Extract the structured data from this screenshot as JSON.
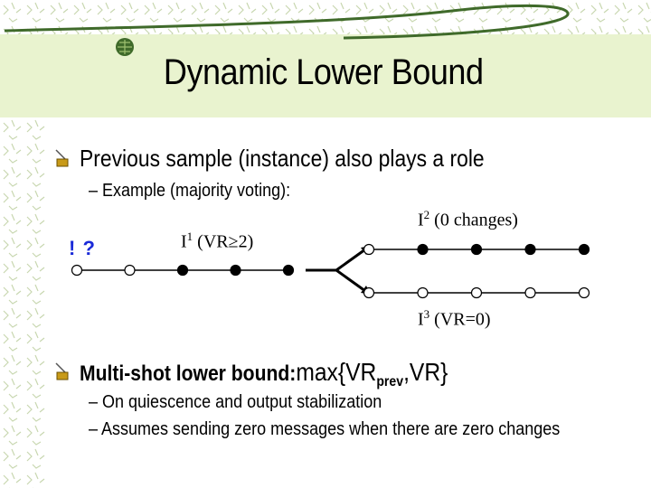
{
  "slide": {
    "title": "Dynamic Lower Bound",
    "bullet1": "Previous sample (instance) also plays a role",
    "bullet1_sub1": "Example (majority voting):",
    "bullet2_label": "Multi-shot lower bound:",
    "bullet2_math_prefix": "max{VR",
    "bullet2_math_sub": "prev",
    "bullet2_math_sep": ",",
    "bullet2_math_suffix": "VR}",
    "bullet2_sub1": "On quiescence and output stabilization",
    "bullet2_sub2": "Assumes sending zero messages when there are zero changes"
  },
  "diagram": {
    "question_mark": "! ?",
    "i1_name": "I",
    "i1_sup": "1",
    "i1_desc": " (VR≥2)",
    "i2_name": "I",
    "i2_sup": "2",
    "i2_desc": " (0 changes)",
    "i3_name": "I",
    "i3_sup": "3",
    "i3_desc": " (VR=0)",
    "i1_nodes": [
      "open",
      "open",
      "filled",
      "filled",
      "filled"
    ],
    "i2_nodes": [
      "open",
      "filled",
      "filled",
      "filled",
      "filled"
    ],
    "i3_nodes": [
      "open",
      "open",
      "open",
      "open",
      "open"
    ]
  },
  "colors": {
    "title_band": "#e9f3cf",
    "pattern": "#c8d7b0",
    "swoosh": "#3f6a2a",
    "question": "#1a2ad8"
  }
}
